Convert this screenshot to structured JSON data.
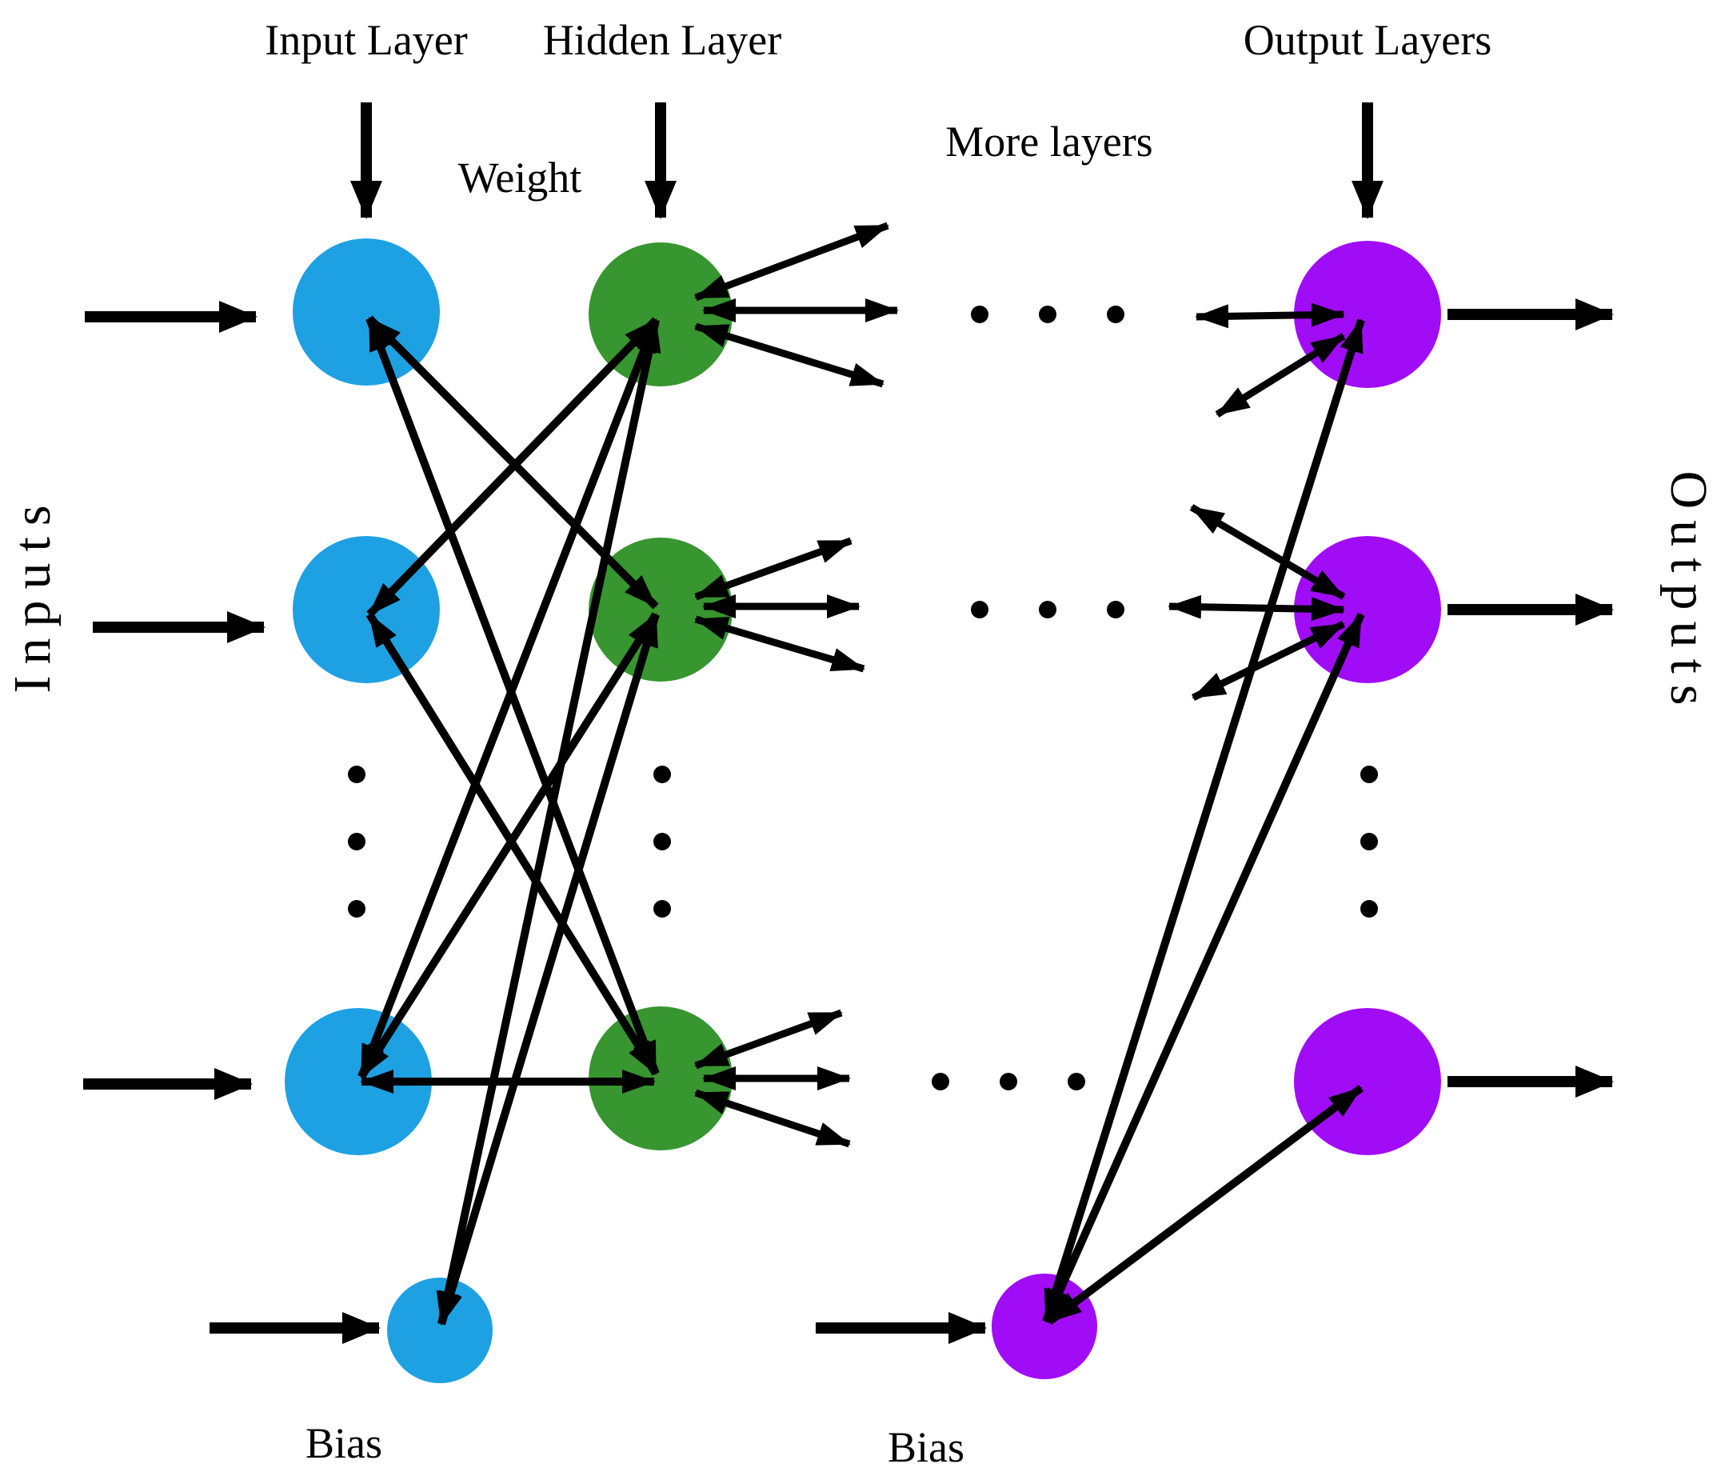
{
  "labels": {
    "input_layer": "Input Layer",
    "hidden_layer": "Hidden Layer",
    "output_layers": "Output Layers",
    "weight": "Weight",
    "more_layers": "More layers",
    "inputs": "Inputs",
    "outputs": "Outputs",
    "bias_input": "Bias",
    "bias_hidden": "Bias"
  },
  "colors": {
    "input_node": "#1ea1e2",
    "hidden_node": "#37962f",
    "output_node": "#a10cf7",
    "arrow": "#000000",
    "background": "#ffffff"
  }
}
